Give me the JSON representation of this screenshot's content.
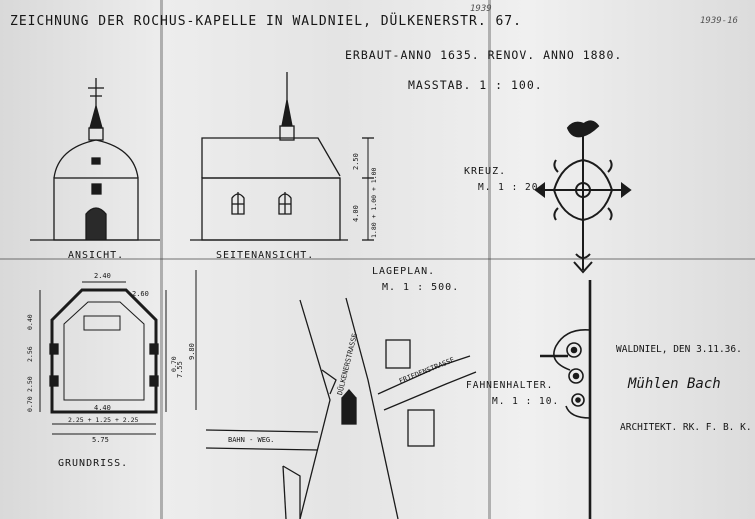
{
  "title_line1": "ZEICHNUNG DER ROCHUS-KAPELLE IN WALDNIEL, DÜLKENERSTR. 67.",
  "title_line2": "ERBAUT-ANNO 1635. RENOV. ANNO 1880.",
  "title_line3": "MASSTAB. 1 : 100.",
  "pencil_note_1": "1939",
  "pencil_note_2": "1939-16",
  "label_ansicht": "ANSICHT.",
  "label_seitenansicht": "SEITENANSICHT.",
  "label_grundriss": "GRUNDRISS.",
  "label_lageplan": "LAGEPLAN.",
  "scale_lageplan": "M. 1 : 500.",
  "label_kreuz": "KREUZ.",
  "scale_kreuz": "M. 1 : 20.",
  "label_fahnenhalter": "FAHNENHALTER.",
  "scale_fahnenhalter": "M. 1 : 10.",
  "date_line": "WALDNIEL, DEN 3.11.36.",
  "signature": "Mühlen Bach",
  "architect_line": "ARCHITEKT. RK. F. B. K.",
  "street_duelkener": "DÜLKENERSTRASSE",
  "street_frieden": "FRIEDENSTRASSE",
  "street_bahnweg": "BAHN - WEG.",
  "dim_top": "2.40",
  "dim_top_right": "2.60",
  "dim_bottom": "2.25 + 1.25 + 2.25",
  "dim_bottom_total": "5.75",
  "dim_inner": "4.40",
  "dim_side_total": "9.80",
  "dim_side_2": "7.55",
  "dim_height_1": "2.50",
  "dim_height_2": "4.00",
  "dim_height_3": "1.80 + 1.00 + 1.00",
  "dim_left_1": "0.40",
  "dim_left_2": "2.56",
  "dim_left_3": "2.50",
  "dim_left_4": "0.70",
  "dim_right_1": "0.70"
}
